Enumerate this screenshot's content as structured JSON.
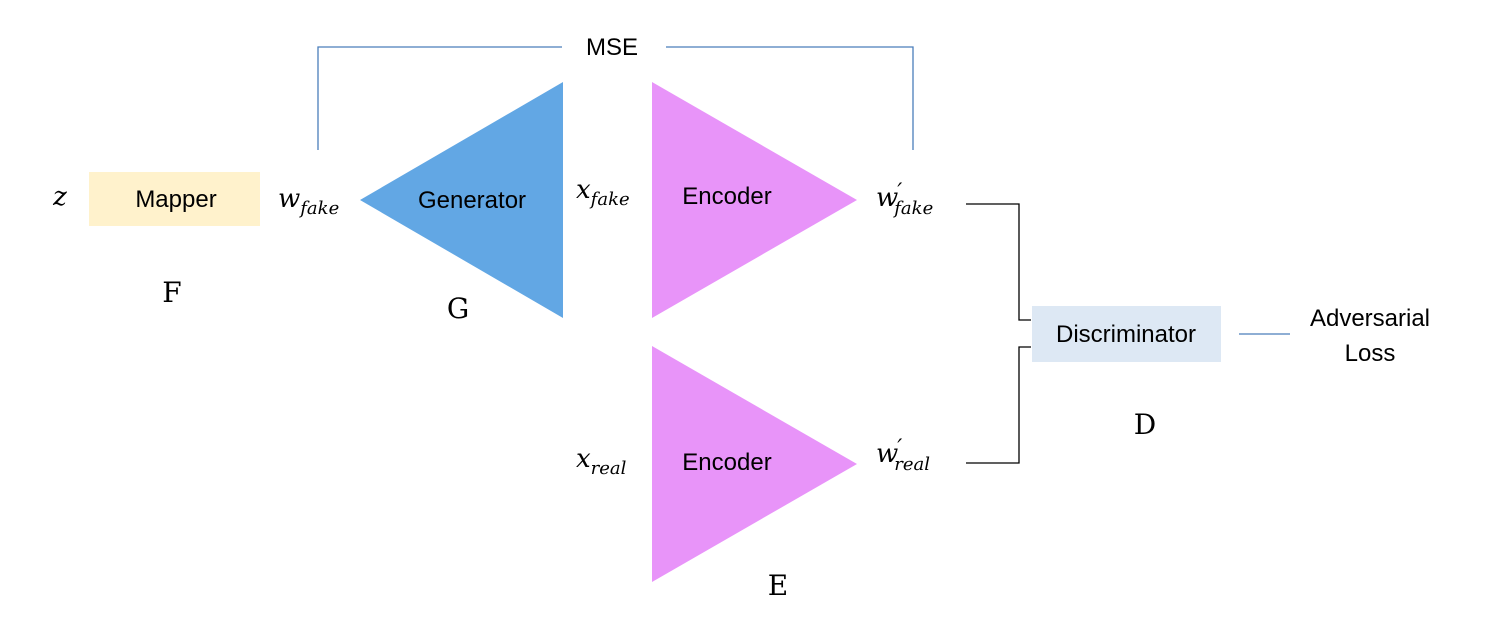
{
  "labels": {
    "mse": "MSE",
    "z": "z",
    "mapper": "Mapper",
    "generator": "Generator",
    "encoder_fake": "Encoder",
    "encoder_real": "Encoder",
    "discriminator": "Discriminator",
    "adversarial_line1": "Adversarial",
    "adversarial_line2": "Loss",
    "F": "F",
    "G": "G",
    "E": "E",
    "D": "D"
  },
  "variables": {
    "w_fake": {
      "base": "w",
      "sub": "fake",
      "prime": ""
    },
    "x_fake": {
      "base": "x",
      "sub": "fake",
      "prime": ""
    },
    "w_fake_prime": {
      "base": "w",
      "sub": "fake",
      "prime": "′"
    },
    "x_real": {
      "base": "x",
      "sub": "real",
      "prime": ""
    },
    "w_real_prime": {
      "base": "w",
      "sub": "real",
      "prime": "′"
    }
  },
  "colors": {
    "mapper_fill": "#fff2cc",
    "generator_fill": "#62a7e4",
    "encoder_fill": "#e894f9",
    "discriminator_fill": "#dde8f4",
    "mse_line": "#4a7ebb",
    "connector_line": "#000000"
  }
}
